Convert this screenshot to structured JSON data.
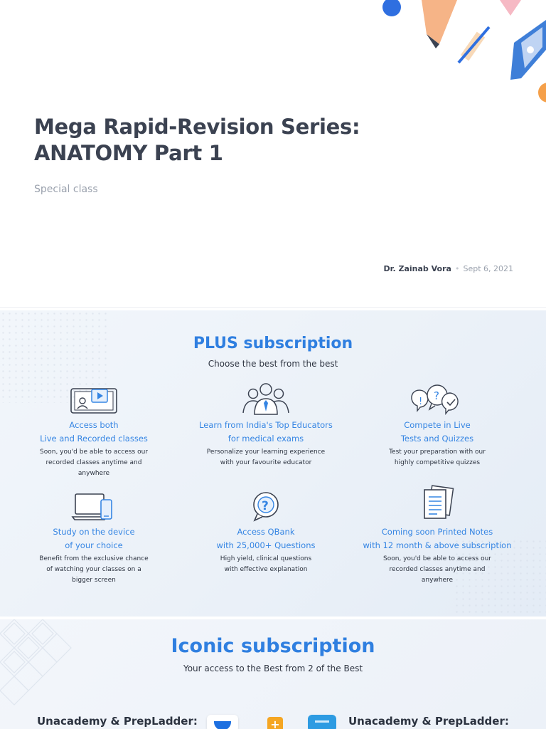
{
  "slide1": {
    "title_line1": "Mega Rapid-Revision Series:",
    "title_line2": "ANATOMY Part 1",
    "subtitle": "Special class",
    "author": "Dr. Zainab Vora",
    "separator": "•",
    "date": "Sept 6, 2021"
  },
  "plus": {
    "title": "PLUS subscription",
    "subtitle": "Choose the best from the best",
    "features": [
      {
        "icon": "video-call-icon",
        "heading": [
          "Access both",
          "Live and Recorded classes"
        ],
        "desc": [
          "Soon, you'd be able to access our",
          "recorded classes anytime and",
          "anywhere"
        ]
      },
      {
        "icon": "educators-group-icon",
        "heading": [
          "Learn from India's Top Educators",
          "for medical exams"
        ],
        "desc": [
          "Personalize your learning experience",
          "with your favourite educator"
        ]
      },
      {
        "icon": "quiz-bubbles-icon",
        "heading": [
          "Compete in Live",
          "Tests and Quizzes"
        ],
        "desc": [
          "Test your preparation with our",
          "highly competitive quizzes"
        ]
      },
      {
        "icon": "devices-icon",
        "heading": [
          "Study on the device",
          "of your choice"
        ],
        "desc": [
          "Benefit from the exclusive chance",
          "of watching your classes on a",
          "bigger screen"
        ]
      },
      {
        "icon": "qbank-question-icon",
        "heading": [
          "Access QBank",
          "with 25,000+ Questions"
        ],
        "desc": [
          "High yield, clinical questions",
          "with effective explanation"
        ]
      },
      {
        "icon": "printed-notes-icon",
        "heading": [
          "Coming soon Printed Notes",
          "with 12 month & above subscription"
        ],
        "desc": [
          "Soon, you'd be able to access our",
          "recorded classes anytime and",
          "anywhere"
        ]
      }
    ]
  },
  "iconic": {
    "title": "Iconic subscription",
    "subtitle": "Your access to the Best from 2 of the Best",
    "brand_left": "Unacademy & PrepLadder:",
    "brand_right": "Unacademy & PrepLadder:",
    "plus_sign": "+"
  },
  "colors": {
    "accent_blue": "#2f7fe0",
    "deco_orange": "#f5a04a",
    "deco_blue": "#2f6fe0",
    "deco_pink": "#f6b9c4"
  }
}
